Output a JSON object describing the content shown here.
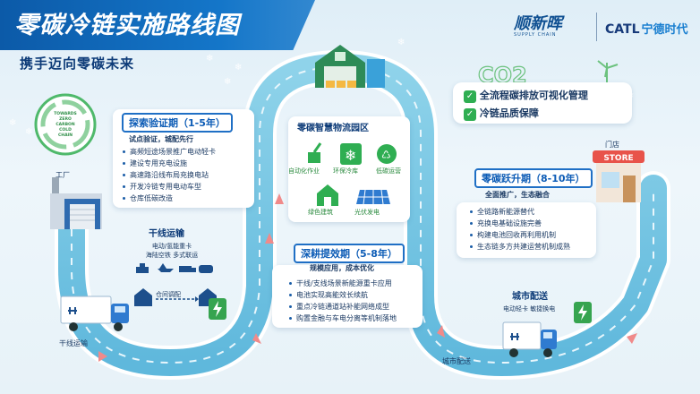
{
  "header": {
    "title": "零碳冷链实施路线图",
    "subtitle": "携手迈向零碳未来",
    "logo1_name": "顺新晖",
    "logo1_tagline": "SUPPLY CHAIN",
    "logo2_brand": "CATL",
    "logo2_cn": "宁德时代"
  },
  "co2_panel": {
    "co2_text": "CO2",
    "items": [
      "全流程碳排放可视化管理",
      "冷链品质保障"
    ]
  },
  "badge": {
    "lines": [
      "TOWARDS",
      "ZERO",
      "CARBON",
      "COLD",
      "CHAIN"
    ]
  },
  "phase1": {
    "title": "探索验证期（1-5年）",
    "subtitle": "试点验证，城配先行",
    "items": [
      "高频短途场景推广电动轻卡",
      "建设专用充电设施",
      "高速路沿线布局充换电站",
      "开发冷链专用电动车型",
      "仓库低碳改造"
    ]
  },
  "factory": {
    "label": "工厂"
  },
  "trunk": {
    "title": "干线运输",
    "lines": [
      "电动/氢能重卡",
      "海陆空铁 多式联运"
    ],
    "hub_label": "仓间调配",
    "bottom_label": "干线运输"
  },
  "park": {
    "title": "零碳智慧物流园区",
    "items": [
      "自动化作业",
      "环保冷库",
      "低碳运营",
      "绿色建筑",
      "光伏发电"
    ]
  },
  "phase2": {
    "title": "深耕提效期（5-8年）",
    "subtitle": "规模应用，成本优化",
    "items": [
      "干线/支线场景新能源重卡应用",
      "电池实现高能效长续航",
      "重点冷链通道站补能网络成型",
      "购置金融与车电分离等机制落地"
    ]
  },
  "phase3": {
    "title": "零碳跃升期（8-10年）",
    "subtitle": "全面推广，生态融合",
    "items": [
      "全链路新能源替代",
      "充换电基础设施完善",
      "构建电池回收再利用机制",
      "生态链多方共建运营机制成熟"
    ]
  },
  "store": {
    "label": "门店",
    "sign": "STORE"
  },
  "city": {
    "title": "城市配送",
    "sub": "电动轻卡 敏捷换电",
    "bottom_label": "城市配送"
  },
  "colors": {
    "primary": "#0d5cb6",
    "road": "#7fc9e6",
    "green": "#2fae52"
  }
}
